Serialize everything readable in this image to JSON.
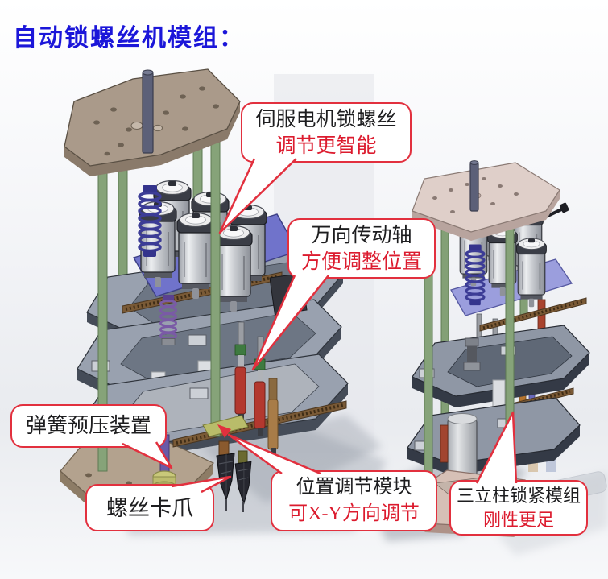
{
  "title": {
    "text": "自动锁螺丝机模组："
  },
  "colors": {
    "title_blue": "#1b16d9",
    "accent_red": "#e2303e",
    "label_red": "#dc1b2e",
    "text_dark": "#1d1d1f"
  },
  "callouts": {
    "servo": {
      "line1": "伺服电机锁螺丝",
      "line2": "调节更智能"
    },
    "universal": {
      "line1": "万向传动轴",
      "line2": "方便调整位置"
    },
    "spring_preload": {
      "line1": "弹簧预压装置"
    },
    "screw_claw": {
      "line1": "螺丝卡爪"
    },
    "position_adjust": {
      "line1": "位置调节模块",
      "line2": "可X-Y方向调节"
    },
    "tri_pillar": {
      "line1": "三立柱锁紧模组",
      "line2": "刚性更足"
    }
  }
}
